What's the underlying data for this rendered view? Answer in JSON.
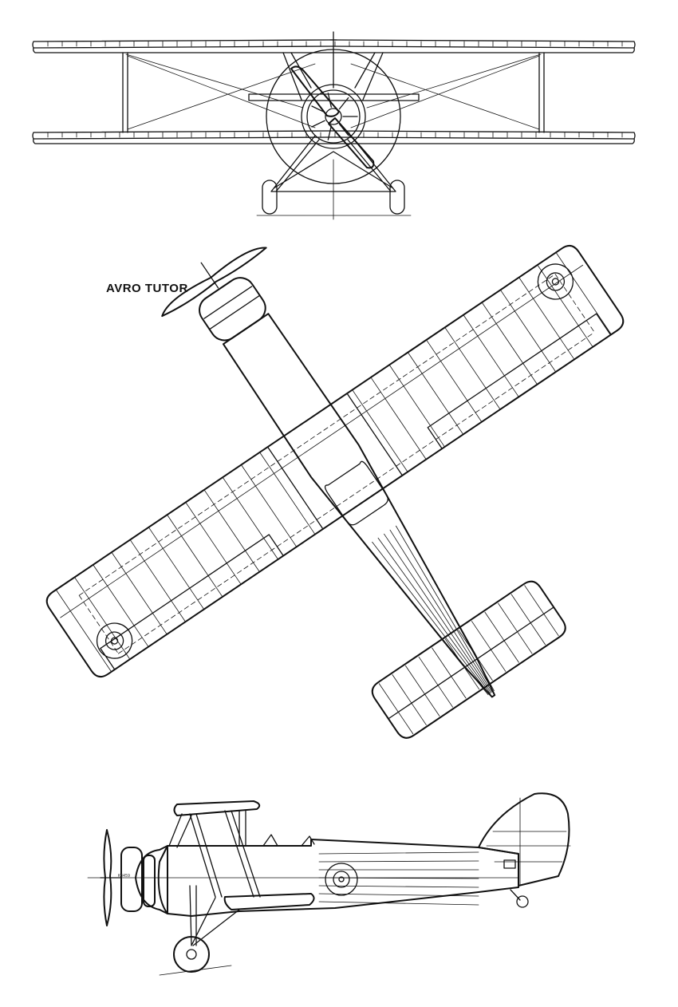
{
  "drawing": {
    "title": "AVRO   TUTOR",
    "views": [
      "front-view",
      "plan-view",
      "side-view"
    ],
    "side_view_serial": "K3459"
  }
}
